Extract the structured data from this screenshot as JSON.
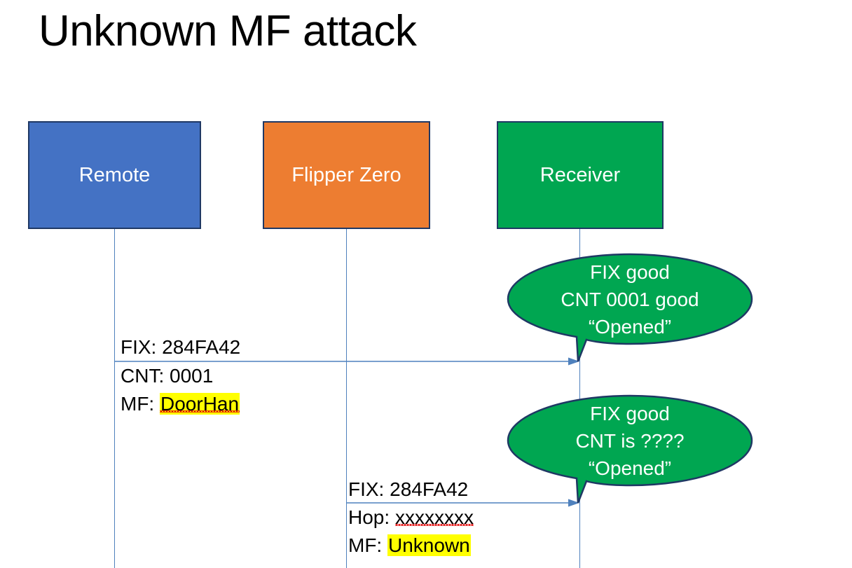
{
  "slide": {
    "title": "Unknown MF attack",
    "background_color": "#FFFFFF"
  },
  "colors": {
    "remote": "#4472C4",
    "flipper": "#ED7D31",
    "receiver": "#00A651",
    "box_border": "#1F3864",
    "connector": "#4F81BD",
    "highlight": "#FFFF00",
    "spellcheck_underline": "#E00000",
    "text": "#000000",
    "box_label_text": "#FFFFFF"
  },
  "actors": [
    {
      "id": "remote",
      "label": "Remote"
    },
    {
      "id": "flipper",
      "label": "Flipper Zero"
    },
    {
      "id": "receiver",
      "label": "Receiver"
    }
  ],
  "messages": [
    {
      "id": "remote-to-receiver",
      "from": "remote",
      "to": "receiver",
      "lines": [
        {
          "prefix": "FIX: ",
          "value": "284FA42",
          "highlight": false,
          "spellcheck": false
        },
        {
          "prefix": "CNT: ",
          "value": "0001",
          "highlight": false,
          "spellcheck": false
        },
        {
          "prefix": "MF: ",
          "value": "DoorHan",
          "highlight": true,
          "spellcheck": true
        }
      ]
    },
    {
      "id": "flipper-to-receiver",
      "from": "flipper",
      "to": "receiver",
      "lines": [
        {
          "prefix": "FIX: ",
          "value": "284FA42",
          "highlight": false,
          "spellcheck": false
        },
        {
          "prefix": "Hop: ",
          "value": "xxxxxxxx",
          "highlight": false,
          "spellcheck": true
        },
        {
          "prefix": "MF: ",
          "value": "Unknown",
          "highlight": true,
          "spellcheck": false
        }
      ]
    }
  ],
  "callouts": [
    {
      "id": "callout-first",
      "line1": "FIX good",
      "line2": "CNT 0001 good",
      "line3": "“Opened”"
    },
    {
      "id": "callout-second",
      "line1": "FIX good",
      "line2": "CNT is ????",
      "line3": "“Opened”"
    }
  ]
}
